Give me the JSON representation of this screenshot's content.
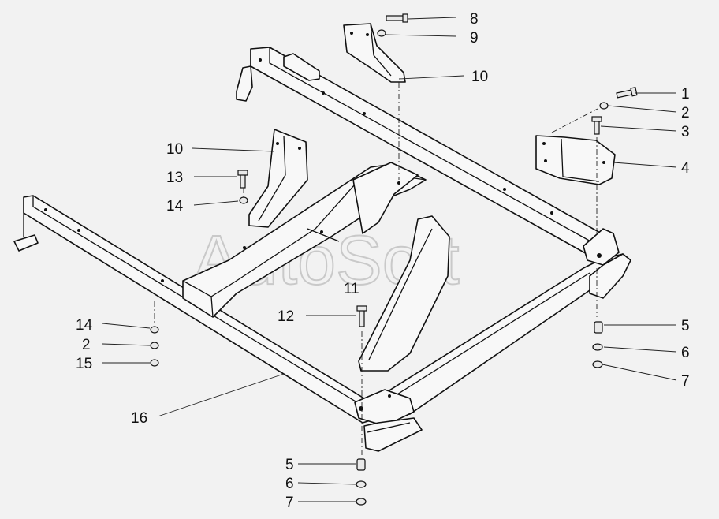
{
  "watermark": "AutoSoft",
  "callouts": [
    {
      "id": "c8",
      "label": "8"
    },
    {
      "id": "c9",
      "label": "9"
    },
    {
      "id": "c10a",
      "label": "10"
    },
    {
      "id": "c1",
      "label": "1"
    },
    {
      "id": "c2a",
      "label": "2"
    },
    {
      "id": "c3",
      "label": "3"
    },
    {
      "id": "c4",
      "label": "4"
    },
    {
      "id": "c10b",
      "label": "10"
    },
    {
      "id": "c13",
      "label": "13"
    },
    {
      "id": "c14a",
      "label": "14"
    },
    {
      "id": "c11",
      "label": "11"
    },
    {
      "id": "c12",
      "label": "12"
    },
    {
      "id": "c14b",
      "label": "14"
    },
    {
      "id": "c2b",
      "label": "2"
    },
    {
      "id": "c15",
      "label": "15"
    },
    {
      "id": "c5a",
      "label": "5"
    },
    {
      "id": "c6a",
      "label": "6"
    },
    {
      "id": "c7a",
      "label": "7"
    },
    {
      "id": "c16",
      "label": "16"
    },
    {
      "id": "c5b",
      "label": "5"
    },
    {
      "id": "c6b",
      "label": "6"
    },
    {
      "id": "c7b",
      "label": "7"
    }
  ]
}
